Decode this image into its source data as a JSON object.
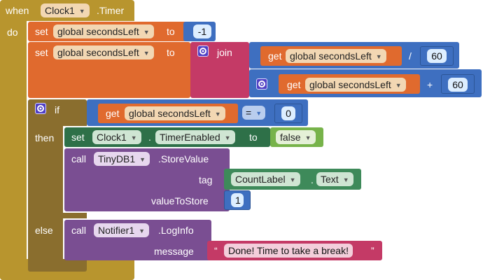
{
  "event": {
    "when": "when",
    "component": "Clock1",
    "event_name": ".Timer",
    "do": "do"
  },
  "set1": {
    "set": "set",
    "variable": "global secondsLeft",
    "to": "to",
    "value": "-1"
  },
  "set2": {
    "set": "set",
    "variable": "global secondsLeft",
    "to": "to",
    "join": "join",
    "get": "get",
    "get_var": "global secondsLeft",
    "op_div": "/",
    "div_value": "60",
    "get2": "get",
    "get2_var": "global secondsLeft",
    "op_plus": "+",
    "plus_value": "60"
  },
  "if_block": {
    "if": "if",
    "get": "get",
    "get_var": "global secondsLeft",
    "op": "=",
    "value": "0",
    "then": "then",
    "else": "else"
  },
  "timer_set": {
    "set": "set",
    "component": "Clock1",
    "dot": ".",
    "property": "TimerEnabled",
    "to": "to",
    "value": "false"
  },
  "store": {
    "call": "call",
    "component": "TinyDB1",
    "method": ".StoreValue",
    "tag": "tag",
    "tag_component": "CountLabel",
    "dot": ".",
    "tag_property": "Text",
    "valueToStore": "valueToStore",
    "value": "1"
  },
  "notifier": {
    "call": "call",
    "component": "Notifier1",
    "method": ".LogInfo",
    "message": "message",
    "quote_open": "“",
    "text": "Done! Time to take a break!",
    "quote_close": "”"
  },
  "colors": {
    "event": "#b8952e",
    "set": "#e06a2e",
    "text": "#c43a66",
    "math": "#3e6fc0",
    "control": "#8a6e2e",
    "component": "#2e7048",
    "call": "#7a4e92",
    "logic": "#77b34a"
  }
}
